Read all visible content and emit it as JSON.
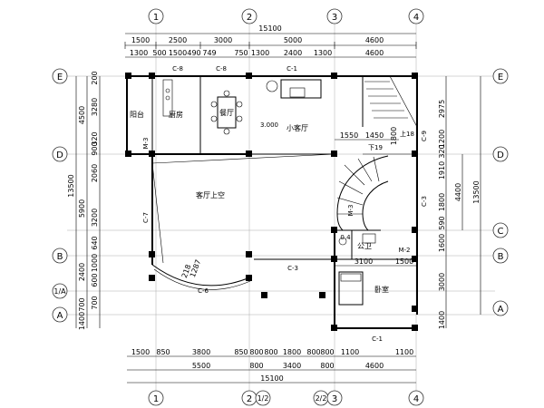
{
  "axes": {
    "top": [
      {
        "label": "1"
      },
      {
        "label": "2"
      },
      {
        "label": "3"
      },
      {
        "label": "4"
      }
    ],
    "bottom": [
      {
        "label": "1"
      },
      {
        "label": "2"
      },
      {
        "label": "1/2"
      },
      {
        "label": "2/2"
      },
      {
        "label": "3"
      },
      {
        "label": "4"
      }
    ],
    "left": [
      {
        "label": "E"
      },
      {
        "label": "D"
      },
      {
        "label": "B"
      },
      {
        "label": "1/A"
      },
      {
        "label": "A"
      }
    ],
    "right": [
      {
        "label": "E"
      },
      {
        "label": "D"
      },
      {
        "label": "C"
      },
      {
        "label": "B"
      },
      {
        "label": "A"
      }
    ]
  },
  "dims": {
    "top_total": "15100",
    "top_row2": [
      "1500",
      "2500",
      "3000",
      "5000",
      "4600"
    ],
    "top_row3": [
      "1300",
      "500",
      "1500",
      "490",
      "749",
      "750",
      "1300",
      "2400",
      "1300",
      "4600"
    ],
    "bottom_row1": [
      "1500",
      "850",
      "3800",
      "850",
      "800",
      "800",
      "1800",
      "800",
      "800",
      "1100",
      "1100"
    ],
    "bottom_row2": [
      "5500",
      "800",
      "3400",
      "800",
      "4600"
    ],
    "bottom_total": "15100",
    "left_total": "13500",
    "left_row2": [
      "4500",
      "5900",
      "2400",
      "700",
      "1400"
    ],
    "left_row3": [
      "200",
      "3280",
      "320",
      "900",
      "2060",
      "3200",
      "640",
      "1000",
      "600",
      "700"
    ],
    "right_total": "13500",
    "right_row2": [
      "4400"
    ],
    "right_row3": [
      "2975",
      "1200",
      "320",
      "1910",
      "1800",
      "590",
      "1600",
      "3000",
      "1400"
    ],
    "interior": [
      "1550",
      "1450",
      "1800",
      "3100",
      "1500",
      "218",
      "1287"
    ]
  },
  "rooms": {
    "balcony": "阳台",
    "kitchen": "厨房",
    "dining": "餐厅",
    "small_living": "小客厅",
    "living_void": "客厅上空",
    "toilet": "公卫",
    "bedroom": "卧室"
  },
  "tags": {
    "c8a": "C-8",
    "c8b": "C-8",
    "c1_top": "C-1",
    "c1_bottom": "C-1",
    "c7": "C-7",
    "c6": "C-6",
    "c3_mid": "C-3",
    "c3_right": "C-3",
    "c9": "C-9",
    "m3_left": "M-3",
    "m3_right": "M-3",
    "m2": "M-2",
    "elev": "3.000",
    "down": "下19",
    "up": "上18",
    "r0": "0.4"
  }
}
